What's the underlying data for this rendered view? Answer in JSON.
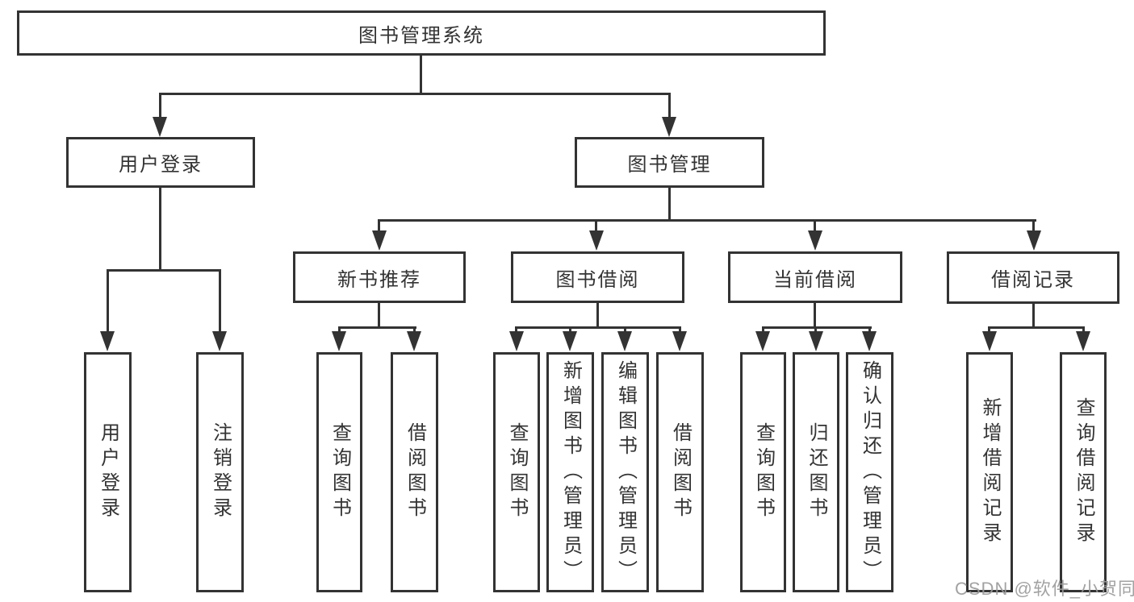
{
  "diagram": {
    "root": {
      "label": "图书管理系统"
    },
    "level1": [
      {
        "label": "用户登录"
      },
      {
        "label": "图书管理"
      }
    ],
    "level2": [
      {
        "label": "新书推荐",
        "parent": "图书管理"
      },
      {
        "label": "图书借阅",
        "parent": "图书管理"
      },
      {
        "label": "当前借阅",
        "parent": "图书管理"
      },
      {
        "label": "借阅记录",
        "parent": "图书管理"
      }
    ],
    "leaves": [
      {
        "label": "用户登录",
        "parent": "用户登录"
      },
      {
        "label": "注销登录",
        "parent": "用户登录"
      },
      {
        "label": "查询图书",
        "parent": "新书推荐"
      },
      {
        "label": "借阅图书",
        "parent": "新书推荐"
      },
      {
        "label": "查询图书",
        "parent": "图书借阅"
      },
      {
        "label": "新增图书（管理员）",
        "parent": "图书借阅"
      },
      {
        "label": "编辑图书（管理员）",
        "parent": "图书借阅"
      },
      {
        "label": "借阅图书",
        "parent": "图书借阅"
      },
      {
        "label": "查询图书",
        "parent": "当前借阅"
      },
      {
        "label": "归还图书",
        "parent": "当前借阅"
      },
      {
        "label": "确认归还（管理员）",
        "parent": "当前借阅"
      },
      {
        "label": "新增借阅记录",
        "parent": "借阅记录"
      },
      {
        "label": "查询借阅记录",
        "parent": "借阅记录"
      }
    ]
  },
  "watermark": {
    "text": "CSDN @软件_小贺同学",
    "color": "#9b9b9b"
  },
  "colors": {
    "line": "#333333",
    "text": "#333333",
    "background": "#ffffff"
  }
}
